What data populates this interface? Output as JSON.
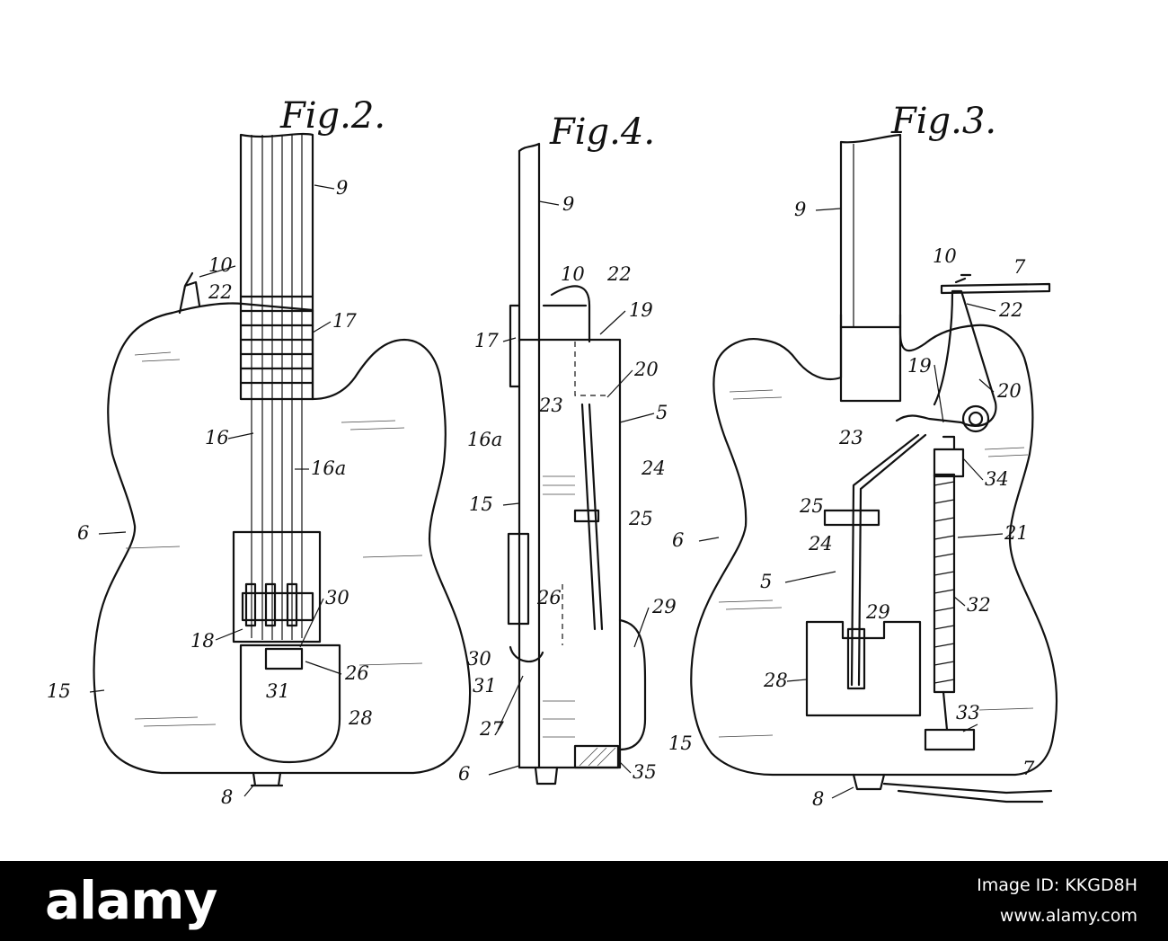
{
  "figures": [
    {
      "title": "Fig.2.",
      "view": "front"
    },
    {
      "title": "Fig.4.",
      "view": "side"
    },
    {
      "title": "Fig.3.",
      "view": "rear"
    }
  ],
  "labels": {
    "fig2": [
      "9",
      "10",
      "22",
      "17",
      "16",
      "16a",
      "6",
      "18",
      "30",
      "26",
      "31",
      "15",
      "28",
      "8"
    ],
    "fig4": [
      "9",
      "10",
      "22",
      "19",
      "17",
      "20",
      "5",
      "16a",
      "23",
      "24",
      "15",
      "25",
      "26",
      "29",
      "30",
      "31",
      "27",
      "6",
      "35"
    ],
    "fig3": [
      "9",
      "10",
      "7",
      "22",
      "19",
      "20",
      "23",
      "34",
      "25",
      "6",
      "21",
      "24",
      "5",
      "32",
      "29",
      "28",
      "33",
      "15",
      "8",
      "7"
    ]
  },
  "footer": {
    "brand": "alamy",
    "image_id": "Image ID: KKGD8H",
    "url": "www.alamy.com"
  }
}
